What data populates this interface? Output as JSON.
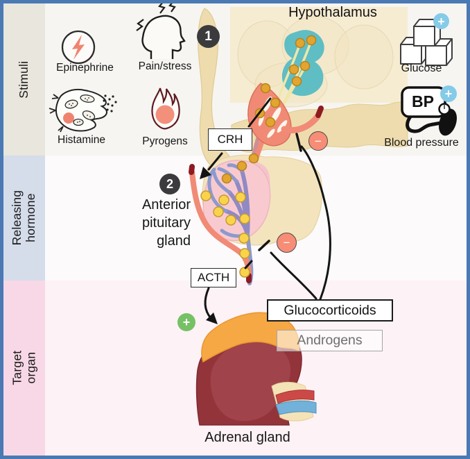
{
  "frame": {
    "border_color": "#4a79b4"
  },
  "sidebar": {
    "sections": [
      {
        "label": "Stimuli",
        "band_color": "#e9e6dd",
        "area_color": "#f6f5f1"
      },
      {
        "label": "Releasing\nhormone",
        "band_color": "#d5dcea",
        "area_color": "#fcfafb"
      },
      {
        "label": "Target organ",
        "band_color": "#f8d8e6",
        "area_color": "#fdf2f6"
      }
    ]
  },
  "diagram": {
    "title": "Hypothalamus",
    "steps": [
      "1",
      "2"
    ],
    "stimuli_labels": {
      "epinephrine": "Epinephrine",
      "pain_stress": "Pain/stress",
      "histamine": "Histamine",
      "pyrogens": "Pyrogens",
      "glucose": "Glucose",
      "blood_pressure": "Blood pressure",
      "bp_monitor_text": "BP"
    },
    "hormone_boxes": {
      "crh": "CRH",
      "acth": "ACTH"
    },
    "output_boxes": {
      "glucocorticoids": "Glucocorticoids",
      "androgens": "Androgens"
    },
    "organ_labels": {
      "anterior_pituitary": "Anterior\npituitary\ngland",
      "adrenal": "Adrenal gland"
    },
    "symbols": {
      "plus": "+",
      "minus": "−"
    },
    "colors": {
      "salmon": "#f18a76",
      "teal": "#5fbdc4",
      "minus_badge": "#f78d77",
      "plus_green": "#76c165",
      "plus_blue": "#85cbe8",
      "step_badge": "#3b3b3d",
      "adrenal_cortex": "#f6a844",
      "adrenal_body": "#93343b"
    }
  }
}
